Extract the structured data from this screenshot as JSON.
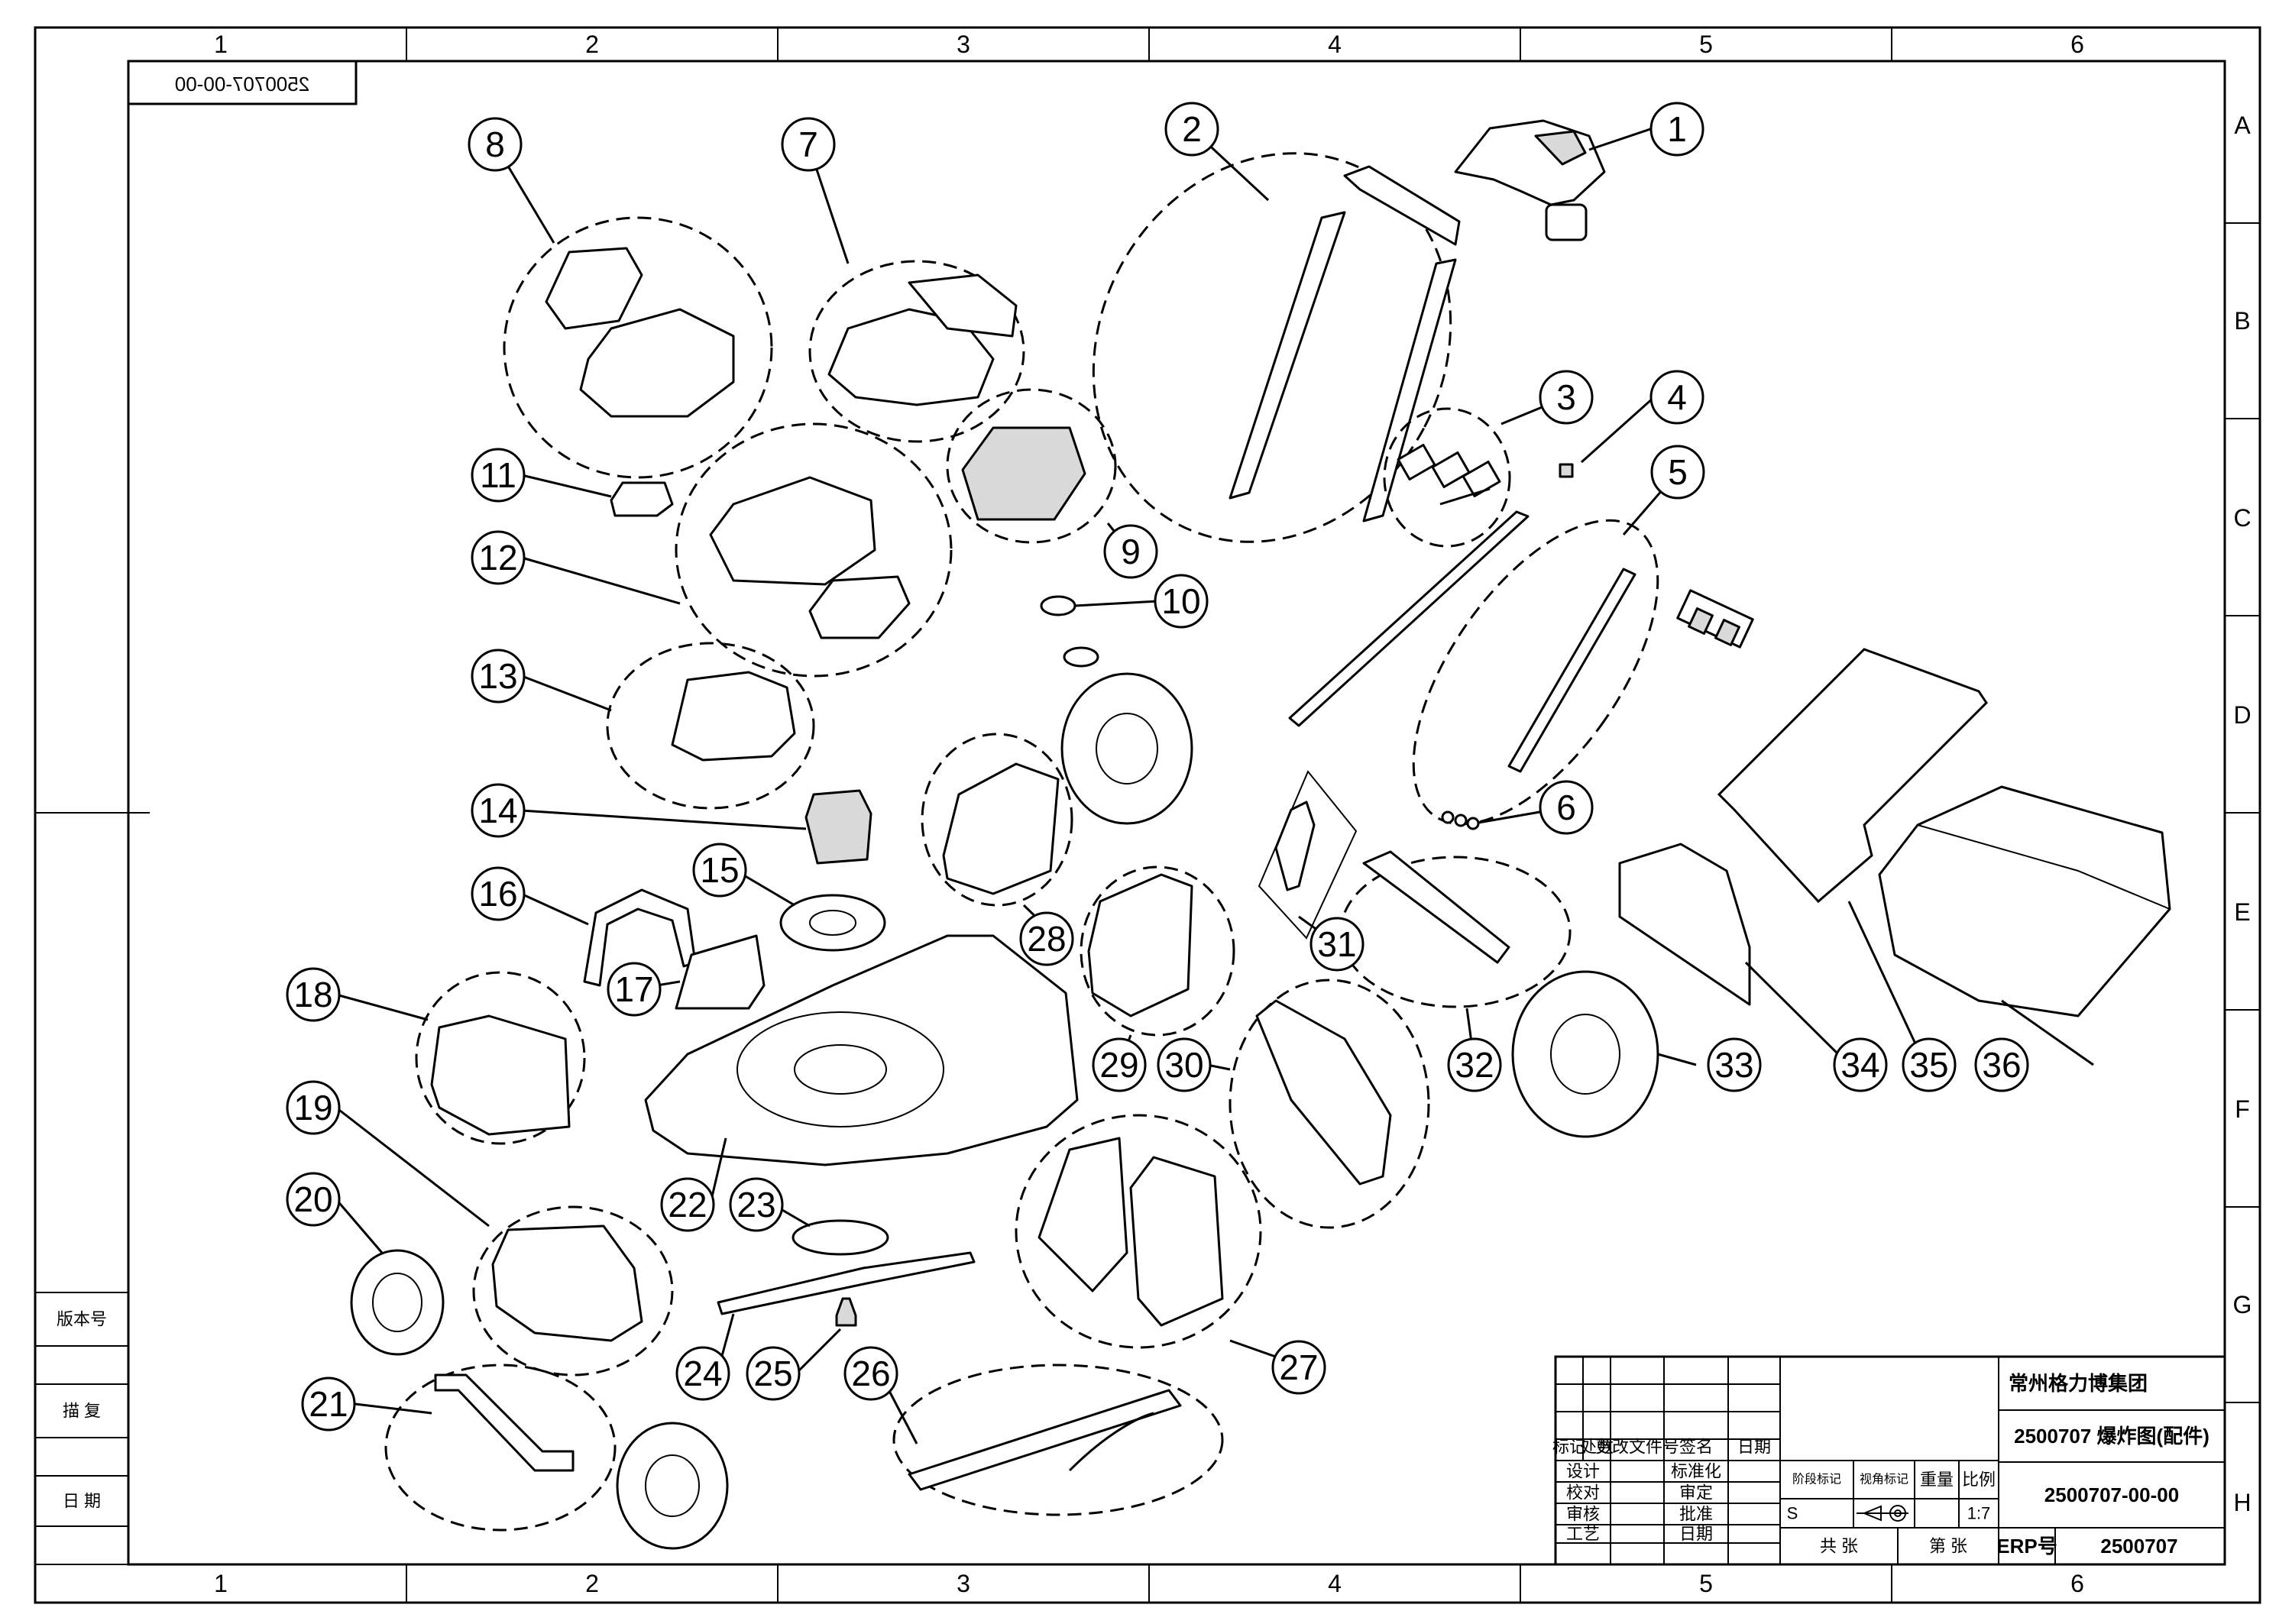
{
  "grid": {
    "columns": [
      "1",
      "2",
      "3",
      "4",
      "5",
      "6"
    ],
    "rows": [
      "A",
      "B",
      "C",
      "D",
      "E",
      "F",
      "G",
      "H"
    ]
  },
  "drawing_number_mirrored": "2500707-00-00",
  "balloons": [
    "1",
    "2",
    "3",
    "4",
    "5",
    "6",
    "7",
    "8",
    "9",
    "10",
    "11",
    "12",
    "13",
    "14",
    "15",
    "16",
    "17",
    "18",
    "19",
    "20",
    "21",
    "22",
    "23",
    "24",
    "25",
    "26",
    "27",
    "28",
    "29",
    "30",
    "31",
    "32",
    "33",
    "34",
    "35",
    "36"
  ],
  "side_table": {
    "version_label": "版本号",
    "edit_label": "描 复",
    "date_label": "日 期"
  },
  "title_block": {
    "company": "常州格力博集团",
    "drawing_title": "2500707 爆炸图(配件)",
    "drawing_number": "2500707-00-00",
    "erp_label": "ERP号",
    "erp_value": "2500707",
    "rev_headers": [
      "标记",
      "处数",
      "更改文件号",
      "签名",
      "日期"
    ],
    "roles_left": [
      "设计",
      "校对",
      "审核",
      "工艺"
    ],
    "roles_right": [
      "标准化",
      "审定",
      "批准",
      "日期"
    ],
    "stage_label": "阶段标记",
    "projection_label": "视角标记",
    "weight_label": "重量",
    "scale_label": "比例",
    "stage_value": "S",
    "scale_value": "1:7",
    "sheets_total_label": "共 张",
    "sheet_label": "第 张"
  }
}
